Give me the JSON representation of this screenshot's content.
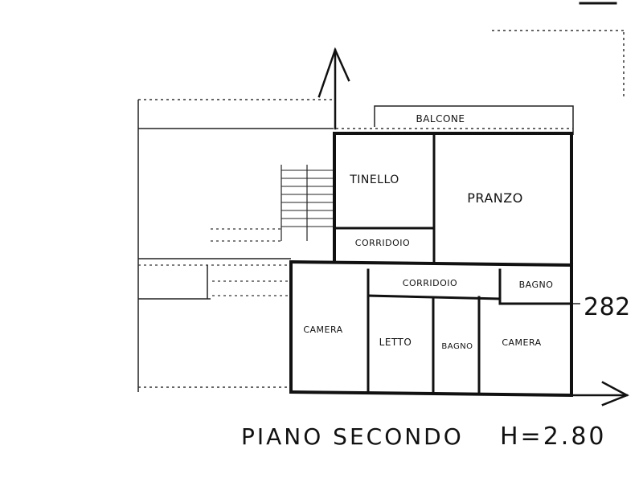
{
  "title": "PIANO SECONDO",
  "height_label": "H=2.80",
  "dimension_label": "282",
  "rooms": {
    "balcone": "BALCONE",
    "tinello": "TINELLO",
    "pranzo": "PRANZO",
    "corridoio_upper": "CORRIDOIO",
    "corridoio_lower": "CORRIDOIO",
    "bagno_right": "BAGNO",
    "camera_left": "CAMERA",
    "letto": "LETTO",
    "bagno_center": "BAGNO",
    "camera_right": "CAMERA"
  }
}
